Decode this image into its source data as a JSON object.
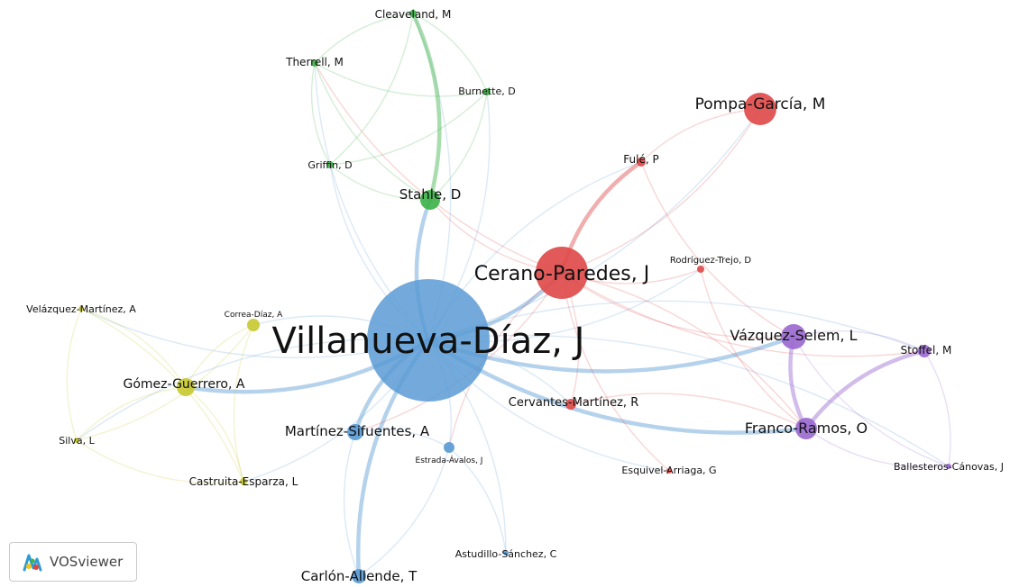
{
  "network": {
    "nodes": [
      {
        "id": "vd",
        "label": "Villanueva-Díaz, J",
        "cluster": "blue"
      },
      {
        "id": "cp",
        "label": "Cerano-Paredes, J",
        "cluster": "red"
      },
      {
        "id": "pg",
        "label": "Pompa-García, M",
        "cluster": "red"
      },
      {
        "id": "fu",
        "label": "Fulé, P",
        "cluster": "red"
      },
      {
        "id": "rt",
        "label": "Rodríguez-Trejo, D",
        "cluster": "red"
      },
      {
        "id": "cm",
        "label": "Cervantes-Martínez, R",
        "cluster": "red"
      },
      {
        "id": "ea",
        "label": "Esquivel-Arriaga, G",
        "cluster": "red"
      },
      {
        "id": "sd",
        "label": "Stahle, D",
        "cluster": "green"
      },
      {
        "id": "cl",
        "label": "Cleaveland, M",
        "cluster": "green"
      },
      {
        "id": "th",
        "label": "Therrell, M",
        "cluster": "green"
      },
      {
        "id": "bu",
        "label": "Burnette, D",
        "cluster": "green"
      },
      {
        "id": "gr",
        "label": "Griffin, D",
        "cluster": "green"
      },
      {
        "id": "vm",
        "label": "Velázquez-Martínez, A",
        "cluster": "yellow"
      },
      {
        "id": "cd",
        "label": "Correa-Díaz, A",
        "cluster": "yellow"
      },
      {
        "id": "gg",
        "label": "Gómez-Guerrero, A",
        "cluster": "yellow"
      },
      {
        "id": "si",
        "label": "Silva, L",
        "cluster": "yellow"
      },
      {
        "id": "ce",
        "label": "Castruita-Esparza, L",
        "cluster": "yellow"
      },
      {
        "id": "ms",
        "label": "Martínez-Sifuentes, A",
        "cluster": "blue"
      },
      {
        "id": "es",
        "label": "Estrada-Ávalos, J",
        "cluster": "blue"
      },
      {
        "id": "ca",
        "label": "Carlón-Allende, T",
        "cluster": "blue"
      },
      {
        "id": "as",
        "label": "Astudillo-Sánchez, C",
        "cluster": "blue"
      },
      {
        "id": "vs",
        "label": "Vázquez-Selem, L",
        "cluster": "purple"
      },
      {
        "id": "st",
        "label": "Stoffel, M",
        "cluster": "purple"
      },
      {
        "id": "fr",
        "label": "Franco-Ramos, O",
        "cluster": "purple"
      },
      {
        "id": "bc",
        "label": "Ballesteros-Cánovas, J",
        "cluster": "purple"
      }
    ],
    "cluster_colors": {
      "blue": "#5b9bd5",
      "red": "#e04b4b",
      "green": "#3fb34a",
      "yellow": "#c9c934",
      "purple": "#9b6ad0"
    },
    "links": [
      [
        "vd",
        "cp"
      ],
      [
        "vd",
        "sd"
      ],
      [
        "vd",
        "cl"
      ],
      [
        "vd",
        "th"
      ],
      [
        "vd",
        "bu"
      ],
      [
        "vd",
        "gr"
      ],
      [
        "vd",
        "pg"
      ],
      [
        "vd",
        "fu"
      ],
      [
        "vd",
        "rt"
      ],
      [
        "vd",
        "cm"
      ],
      [
        "vd",
        "ea"
      ],
      [
        "vd",
        "vm"
      ],
      [
        "vd",
        "cd"
      ],
      [
        "vd",
        "gg"
      ],
      [
        "vd",
        "si"
      ],
      [
        "vd",
        "ce"
      ],
      [
        "vd",
        "ms"
      ],
      [
        "vd",
        "es"
      ],
      [
        "vd",
        "ca"
      ],
      [
        "vd",
        "as"
      ],
      [
        "vd",
        "vs"
      ],
      [
        "vd",
        "st"
      ],
      [
        "vd",
        "fr"
      ],
      [
        "vd",
        "bc"
      ],
      [
        "cp",
        "pg"
      ],
      [
        "cp",
        "fu"
      ],
      [
        "cp",
        "rt"
      ],
      [
        "cp",
        "cm"
      ],
      [
        "cp",
        "ea"
      ],
      [
        "cp",
        "sd"
      ],
      [
        "cp",
        "vs"
      ],
      [
        "cp",
        "fr"
      ],
      [
        "cp",
        "st"
      ],
      [
        "cp",
        "ms"
      ],
      [
        "cp",
        "es"
      ],
      [
        "cp",
        "th"
      ],
      [
        "sd",
        "cl"
      ],
      [
        "sd",
        "th"
      ],
      [
        "sd",
        "bu"
      ],
      [
        "sd",
        "gr"
      ],
      [
        "cl",
        "th"
      ],
      [
        "cl",
        "bu"
      ],
      [
        "th",
        "gr"
      ],
      [
        "bu",
        "gr"
      ],
      [
        "th",
        "bu"
      ],
      [
        "cl",
        "gr"
      ],
      [
        "gg",
        "vm"
      ],
      [
        "gg",
        "cd"
      ],
      [
        "gg",
        "si"
      ],
      [
        "gg",
        "ce"
      ],
      [
        "cd",
        "ce"
      ],
      [
        "vm",
        "ce"
      ],
      [
        "si",
        "ce"
      ],
      [
        "cd",
        "si"
      ],
      [
        "vm",
        "si"
      ],
      [
        "vs",
        "st"
      ],
      [
        "vs",
        "fr"
      ],
      [
        "fr",
        "st"
      ],
      [
        "fr",
        "bc"
      ],
      [
        "st",
        "bc"
      ],
      [
        "vs",
        "bc"
      ],
      [
        "ms",
        "es"
      ],
      [
        "ms",
        "ca"
      ],
      [
        "es",
        "as"
      ],
      [
        "ca",
        "es"
      ],
      [
        "fu",
        "pg"
      ],
      [
        "rt",
        "fr"
      ],
      [
        "cm",
        "fr"
      ],
      [
        "fu",
        "vs"
      ]
    ]
  },
  "logo": {
    "text": "VOSviewer"
  }
}
